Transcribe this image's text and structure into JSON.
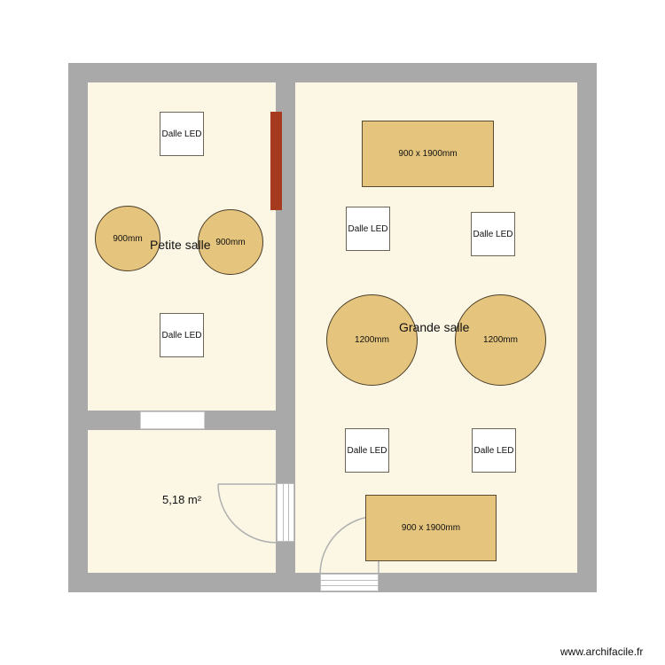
{
  "plan": {
    "rooms": [
      {
        "id": "petite-salle",
        "label": "Petite salle"
      },
      {
        "id": "grande-salle",
        "label": "Grande salle"
      },
      {
        "id": "small-room",
        "label": "5,18 m²"
      }
    ],
    "led_panels": [
      {
        "label": "Dalle LED"
      },
      {
        "label": "Dalle LED"
      },
      {
        "label": "Dalle LED"
      },
      {
        "label": "Dalle LED"
      },
      {
        "label": "Dalle LED"
      },
      {
        "label": "Dalle LED"
      }
    ],
    "round_tables": [
      {
        "label": "900mm"
      },
      {
        "label": "900mm"
      },
      {
        "label": "1200mm"
      },
      {
        "label": "1200mm"
      }
    ],
    "rect_tables": [
      {
        "label": "900 x 1900mm"
      },
      {
        "label": "900 x 1900mm"
      }
    ],
    "colors": {
      "wall": "#a9a9a9",
      "floor": "#fbf7e4",
      "table": "#e5c47d",
      "radiator": "#a63a1e",
      "led_panel": "#ffffff"
    }
  },
  "footer": {
    "watermark": "www.archifacile.fr"
  }
}
